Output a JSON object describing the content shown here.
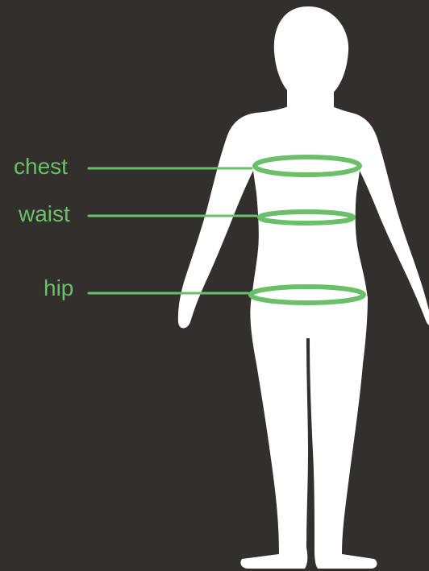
{
  "colors": {
    "background": "#332f2d",
    "silhouette": "#ffffff",
    "measurement": "#6abf69"
  },
  "labels": {
    "chest": "chest",
    "waist": "waist",
    "hip": "hip"
  }
}
